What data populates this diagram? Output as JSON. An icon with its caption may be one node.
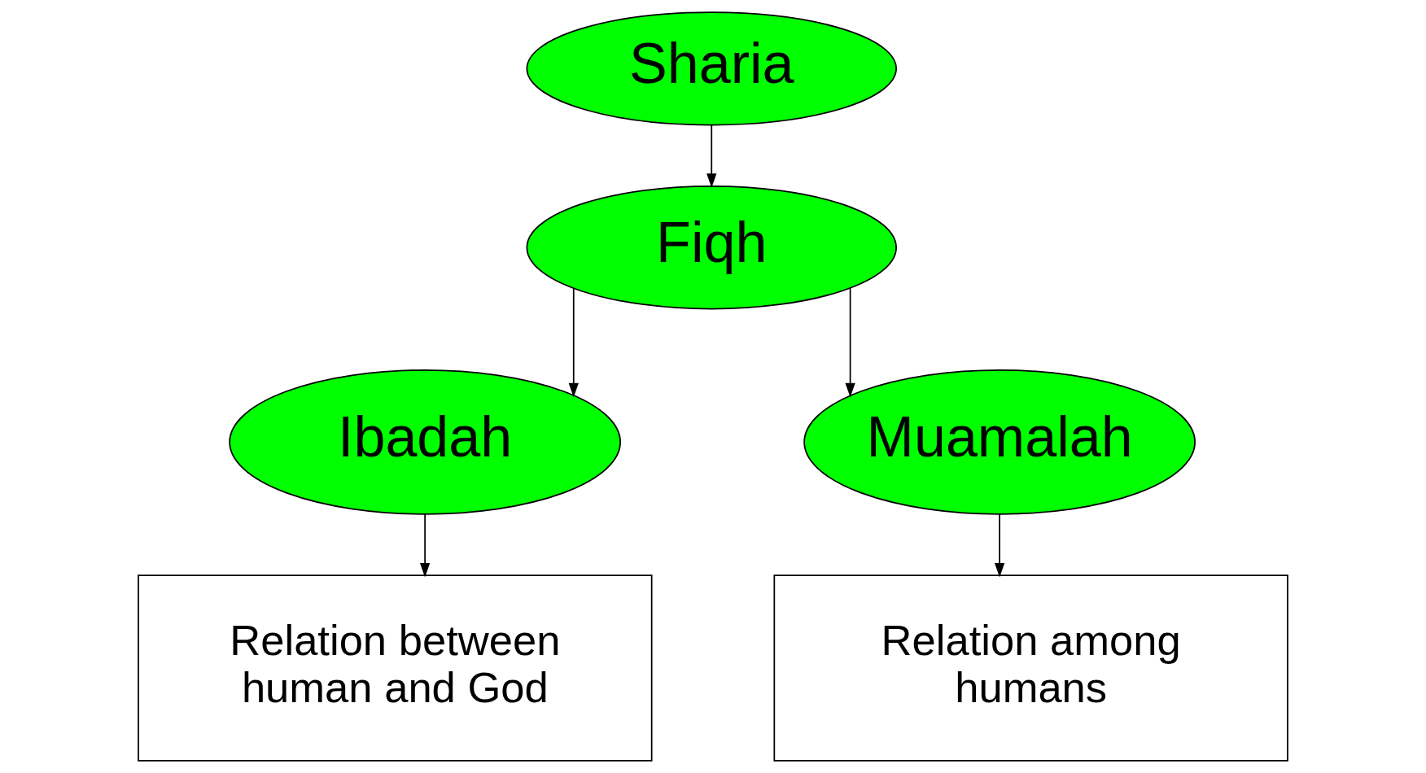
{
  "diagram": {
    "nodes": [
      {
        "text": [
          "Sharia"
        ]
      },
      {
        "text": [
          "Fiqh"
        ]
      },
      {
        "text": [
          "Ibadah"
        ]
      },
      {
        "text": [
          "Muamalah"
        ]
      },
      {
        "text": [
          "Relation between human and God"
        ]
      },
      {
        "text": [
          "Relation among humans"
        ]
      }
    ],
    "edges": [
      {
        "from": 0,
        "to": 1,
        "arrow": "to"
      },
      {
        "from": 1,
        "to": 2,
        "arrow": "to"
      },
      {
        "from": 1,
        "to": 3,
        "arrow": "to"
      },
      {
        "from": 2,
        "to": 4,
        "arrow": "to"
      },
      {
        "from": 3,
        "to": 5,
        "arrow": "to"
      }
    ]
  }
}
